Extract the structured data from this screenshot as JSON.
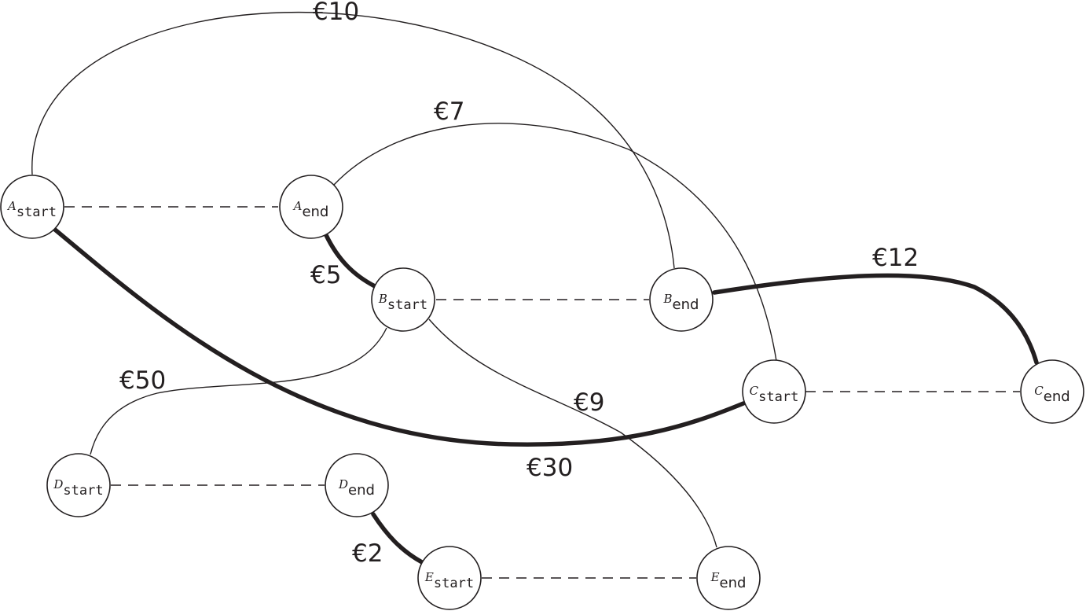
{
  "nodes": [
    {
      "id": "A_start",
      "letter": "A",
      "sub": "start"
    },
    {
      "id": "A_end",
      "letter": "A",
      "sub": "end"
    },
    {
      "id": "B_start",
      "letter": "B",
      "sub": "start"
    },
    {
      "id": "B_end",
      "letter": "B",
      "sub": "end"
    },
    {
      "id": "C_start",
      "letter": "C",
      "sub": "start"
    },
    {
      "id": "C_end",
      "letter": "C",
      "sub": "end"
    },
    {
      "id": "D_start",
      "letter": "D",
      "sub": "start"
    },
    {
      "id": "D_end",
      "letter": "D",
      "sub": "end"
    },
    {
      "id": "E_start",
      "letter": "E",
      "sub": "start"
    },
    {
      "id": "E_end",
      "letter": "E",
      "sub": "end"
    }
  ],
  "edges": [
    {
      "id": "A_start-B_end",
      "from": "A_start",
      "to": "B_end",
      "style": "thin",
      "cost": "€10"
    },
    {
      "id": "A_end-C_start",
      "from": "A_end",
      "to": "C_start",
      "style": "thin",
      "cost": "€7"
    },
    {
      "id": "A_end-B_start",
      "from": "A_end",
      "to": "B_start",
      "style": "thick",
      "cost": "€5"
    },
    {
      "id": "B_end-C_end",
      "from": "B_end",
      "to": "C_end",
      "style": "thick",
      "cost": "€12"
    },
    {
      "id": "A_start-C_start",
      "from": "A_start",
      "to": "C_start",
      "style": "thick",
      "cost": "€30"
    },
    {
      "id": "B_start-D_start",
      "from": "B_start",
      "to": "D_start",
      "style": "thin",
      "cost": "€50"
    },
    {
      "id": "B_start-E_end",
      "from": "B_start",
      "to": "E_end",
      "style": "thin",
      "cost": "€9"
    },
    {
      "id": "D_end-E_start",
      "from": "D_end",
      "to": "E_start",
      "style": "thick",
      "cost": "€2"
    },
    {
      "id": "A_start-A_end",
      "from": "A_start",
      "to": "A_end",
      "style": "dashed"
    },
    {
      "id": "B_start-B_end",
      "from": "B_start",
      "to": "B_end",
      "style": "dashed"
    },
    {
      "id": "C_start-C_end",
      "from": "C_start",
      "to": "C_end",
      "style": "dashed"
    },
    {
      "id": "D_start-D_end",
      "from": "D_start",
      "to": "D_end",
      "style": "dashed"
    },
    {
      "id": "E_start-E_end",
      "from": "E_start",
      "to": "E_end",
      "style": "dashed"
    }
  ]
}
